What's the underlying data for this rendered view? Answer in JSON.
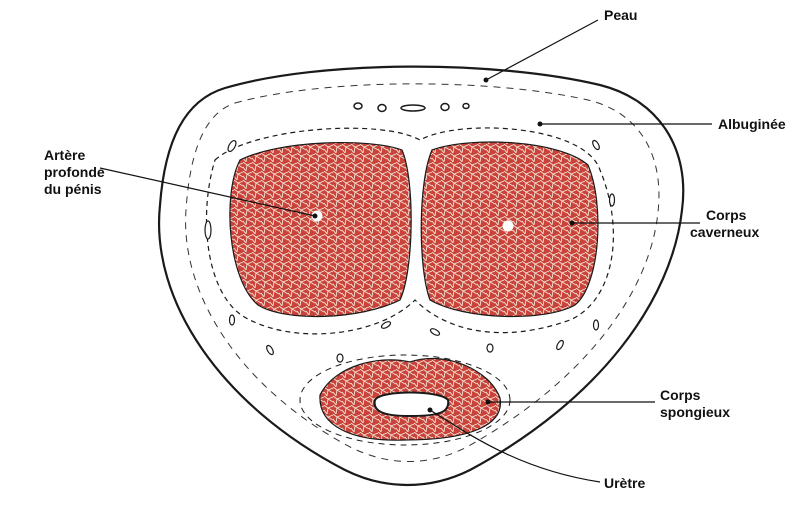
{
  "labels": {
    "peau": "Peau",
    "albuginee": "Albuginée",
    "artere_line1": "Artère",
    "artere_line2": "profonde",
    "artere_line3": "du pénis",
    "corps_caverneux_line1": "Corps",
    "corps_caverneux_line2": "caverneux",
    "corps_spongieux_line1": "Corps",
    "corps_spongieux_line2": "spongieux",
    "uretre": "Urètre"
  },
  "colors": {
    "erectile_tissue": "#c9433a",
    "tissue_mesh": "#f3e3d6",
    "outline": "#1a1a1a",
    "background_text": "#c7cdd6"
  }
}
